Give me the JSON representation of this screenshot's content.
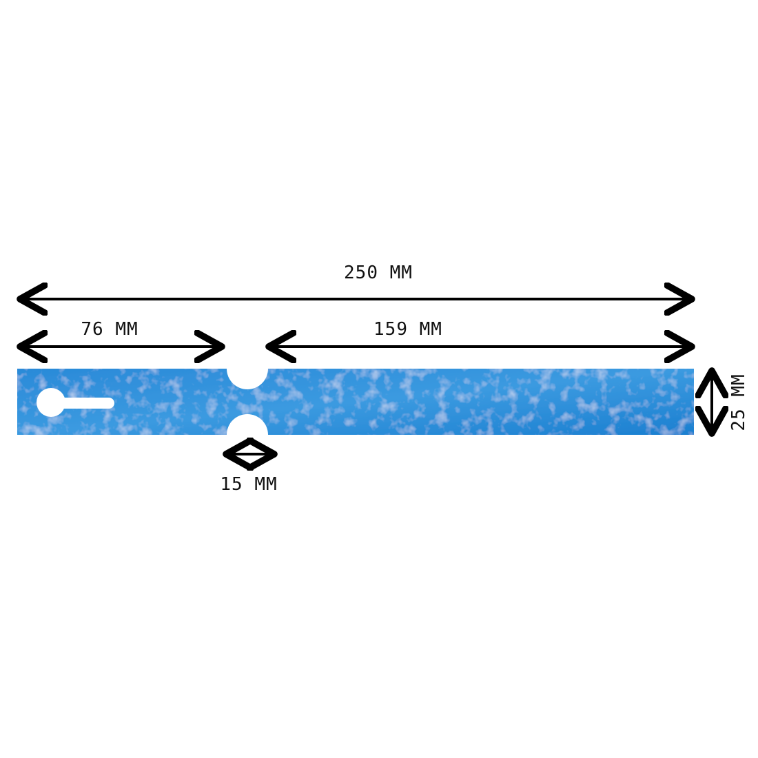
{
  "diagram": {
    "strip_color": "#1f86d6",
    "strip_color_light": "#3d9be3",
    "arrow_color": "#000000",
    "dimensions": {
      "overall_length": "250 MM",
      "left_section": "76 MM",
      "right_section": "159 MM",
      "notch_width": "15 MM",
      "height": "25 MM"
    }
  }
}
